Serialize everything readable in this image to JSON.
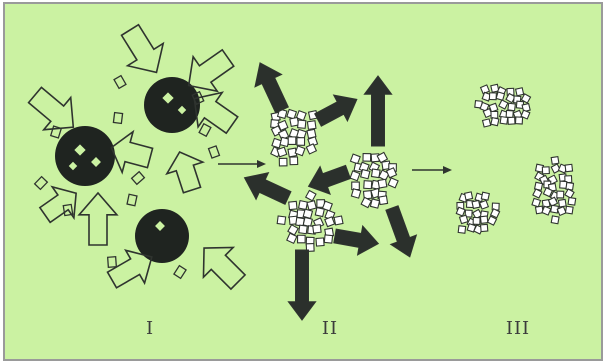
{
  "colors": {
    "background": "#cbf2a2",
    "border": "#9a9a9a",
    "particle": "#1f2420",
    "arrow_fill": "#2b302c",
    "outline": "#2f342f"
  },
  "panels": [
    {
      "id": "I",
      "label": "I"
    },
    {
      "id": "II",
      "label": "II"
    },
    {
      "id": "III",
      "label": "III"
    }
  ]
}
